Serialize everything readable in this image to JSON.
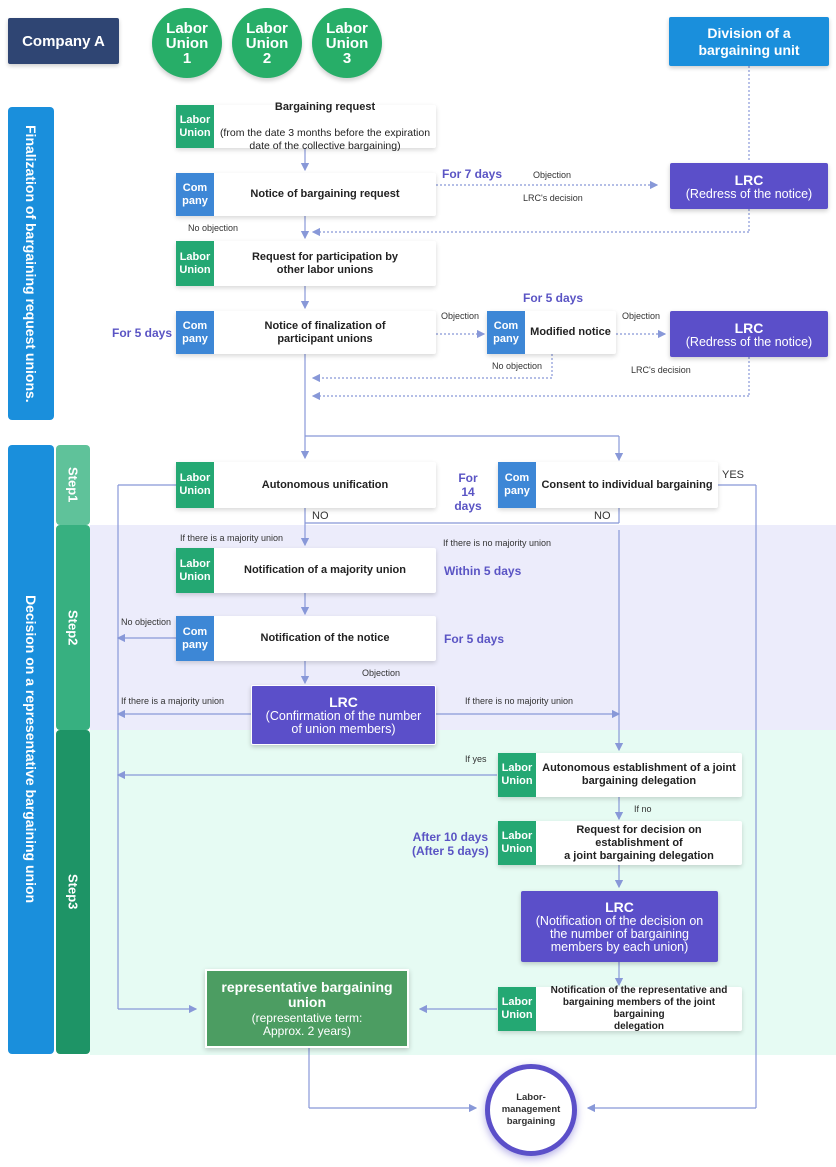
{
  "header": {
    "company": "Company A",
    "unions": [
      "Labor\nUnion\n1",
      "Labor\nUnion\n2",
      "Labor\nUnion\n3"
    ],
    "division": "Division of a\nbargaining unit"
  },
  "side": {
    "finalization": "Finalization of bargaining request unions.",
    "decision": "Decision on a representative bargaining union",
    "step1": "Step1",
    "step2": "Step2",
    "step3": "Step3"
  },
  "tags": {
    "labor": "Labor\nUnion",
    "company": "Com\npany"
  },
  "boxes": {
    "bargaining_request_title": "Bargaining request",
    "bargaining_request_sub": "(from the date 3 months before the expiration\ndate of the collective bargaining)",
    "notice_request": "Notice of bargaining request",
    "participation": "Request for participation by\nother labor unions",
    "finalization_notice": "Notice of finalization of\nparticipant unions",
    "modified_notice": "Modified notice",
    "autonomous_unification": "Autonomous unification",
    "consent_individual": "Consent to individual bargaining",
    "notification_majority": "Notification of a majority union",
    "notification_notice": "Notification of the notice",
    "joint_autonomous": "Autonomous establishment of a joint\nbargaining delegation",
    "joint_request": "Request for decision on establishment of\na joint bargaining delegation",
    "notification_rep": "Notification of the representative and\nbargaining members of the joint bargaining\ndelegation"
  },
  "lrc": {
    "title": "LRC",
    "redress": "(Redress of the notice)",
    "confirmation": "(Confirmation of the number\nof union members)",
    "decision": "(Notification of the decision on\nthe number of bargaining\nmembers by each union)"
  },
  "representative": {
    "title": "representative bargaining\nunion",
    "sub": "(representative term:\nApprox. 2 years)"
  },
  "bargaining": "Labor-\nmanagement\nbargaining",
  "labels": {
    "objection": "Objection",
    "lrc_decision": "LRC's decision",
    "no_objection": "No objection",
    "yes": "YES",
    "no": "NO",
    "if_majority": "If there is a majority union",
    "if_no_majority": "If there is no majority union",
    "if_yes": "If yes",
    "if_no": "If no"
  },
  "days": {
    "d7": "For 7 days",
    "d5": "For 5 days",
    "d14": "For\n14 days",
    "within5": "Within 5 days",
    "after10": "After 10 days\n(After 5 days)"
  },
  "colors": {
    "navy": "#2f4573",
    "green": "#27ae68",
    "sky": "#1a8fdc",
    "lrc": "#5b4fc9",
    "step1": "#5fc29a",
    "step2": "#37b080",
    "step3": "#1e9466",
    "band_step2": "#ececfb",
    "band_step3": "#e6fbf3",
    "arrow": "#8898d8"
  }
}
